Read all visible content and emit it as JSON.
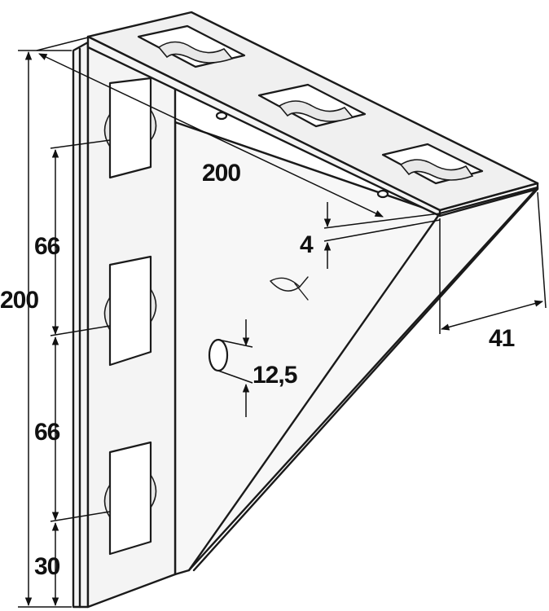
{
  "diagram": {
    "dimensions": {
      "width_top": "200",
      "height_left": "200",
      "spacing_upper": "66",
      "spacing_lower": "66",
      "bottom_offset": "30",
      "thickness": "4",
      "hole_diameter": "12,5",
      "depth": "41"
    }
  }
}
